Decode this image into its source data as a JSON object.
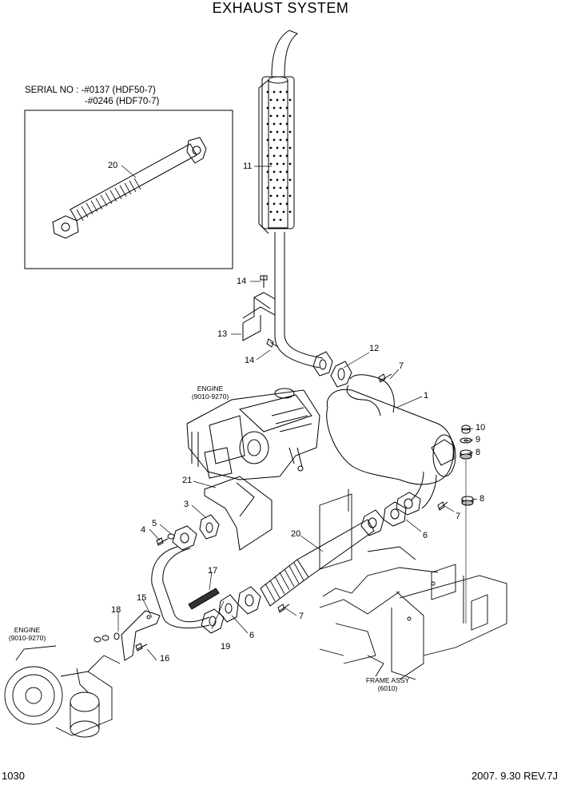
{
  "title": "EXHAUST SYSTEM",
  "serial": {
    "line1": "SERIAL NO : -#0137 (HDF50-7)",
    "line2": "-#0246 (HDF70-7)"
  },
  "refs": {
    "engine_upper_1": "ENGINE",
    "engine_upper_2": "(9010-9270)",
    "engine_lower_1": "ENGINE",
    "engine_lower_2": "(9010-9270)",
    "frame_1": "FRAME ASSY",
    "frame_2": "(6010)"
  },
  "callouts": [
    "20",
    "11",
    "14",
    "13",
    "14",
    "12",
    "7",
    "1",
    "10",
    "9",
    "8",
    "8",
    "7",
    "6",
    "21",
    "3",
    "5",
    "4",
    "20",
    "17",
    "15",
    "18",
    "16",
    "19",
    "6",
    "7"
  ],
  "footer": {
    "page": "1030",
    "revision": "2007. 9.30  REV.7J"
  },
  "colors": {
    "line": "#000000",
    "background": "#ffffff"
  }
}
